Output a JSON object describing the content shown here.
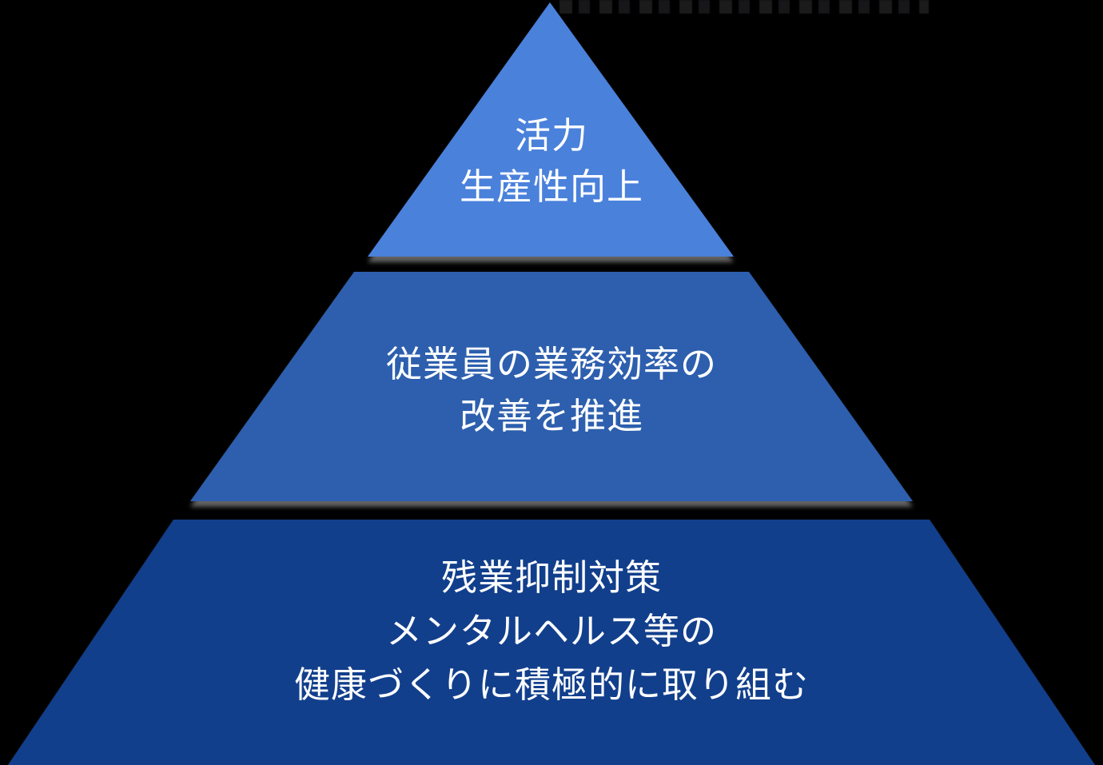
{
  "diagram": {
    "type": "pyramid",
    "background_color": "#000000",
    "text_color": "#ffffff",
    "shadow_color": "#737373",
    "tiers": [
      {
        "name": "top",
        "color": "#4a81db",
        "lines": [
          "活力",
          "生産性向上"
        ]
      },
      {
        "name": "middle",
        "color": "#2d5fae",
        "lines": [
          "従業員の業務効率の",
          "改善を推進"
        ]
      },
      {
        "name": "bottom",
        "color": "#123f8c",
        "lines": [
          "残業抑制対策",
          "メンタルヘルス等の",
          "健康づくりに積極的に取り組む"
        ]
      }
    ]
  }
}
